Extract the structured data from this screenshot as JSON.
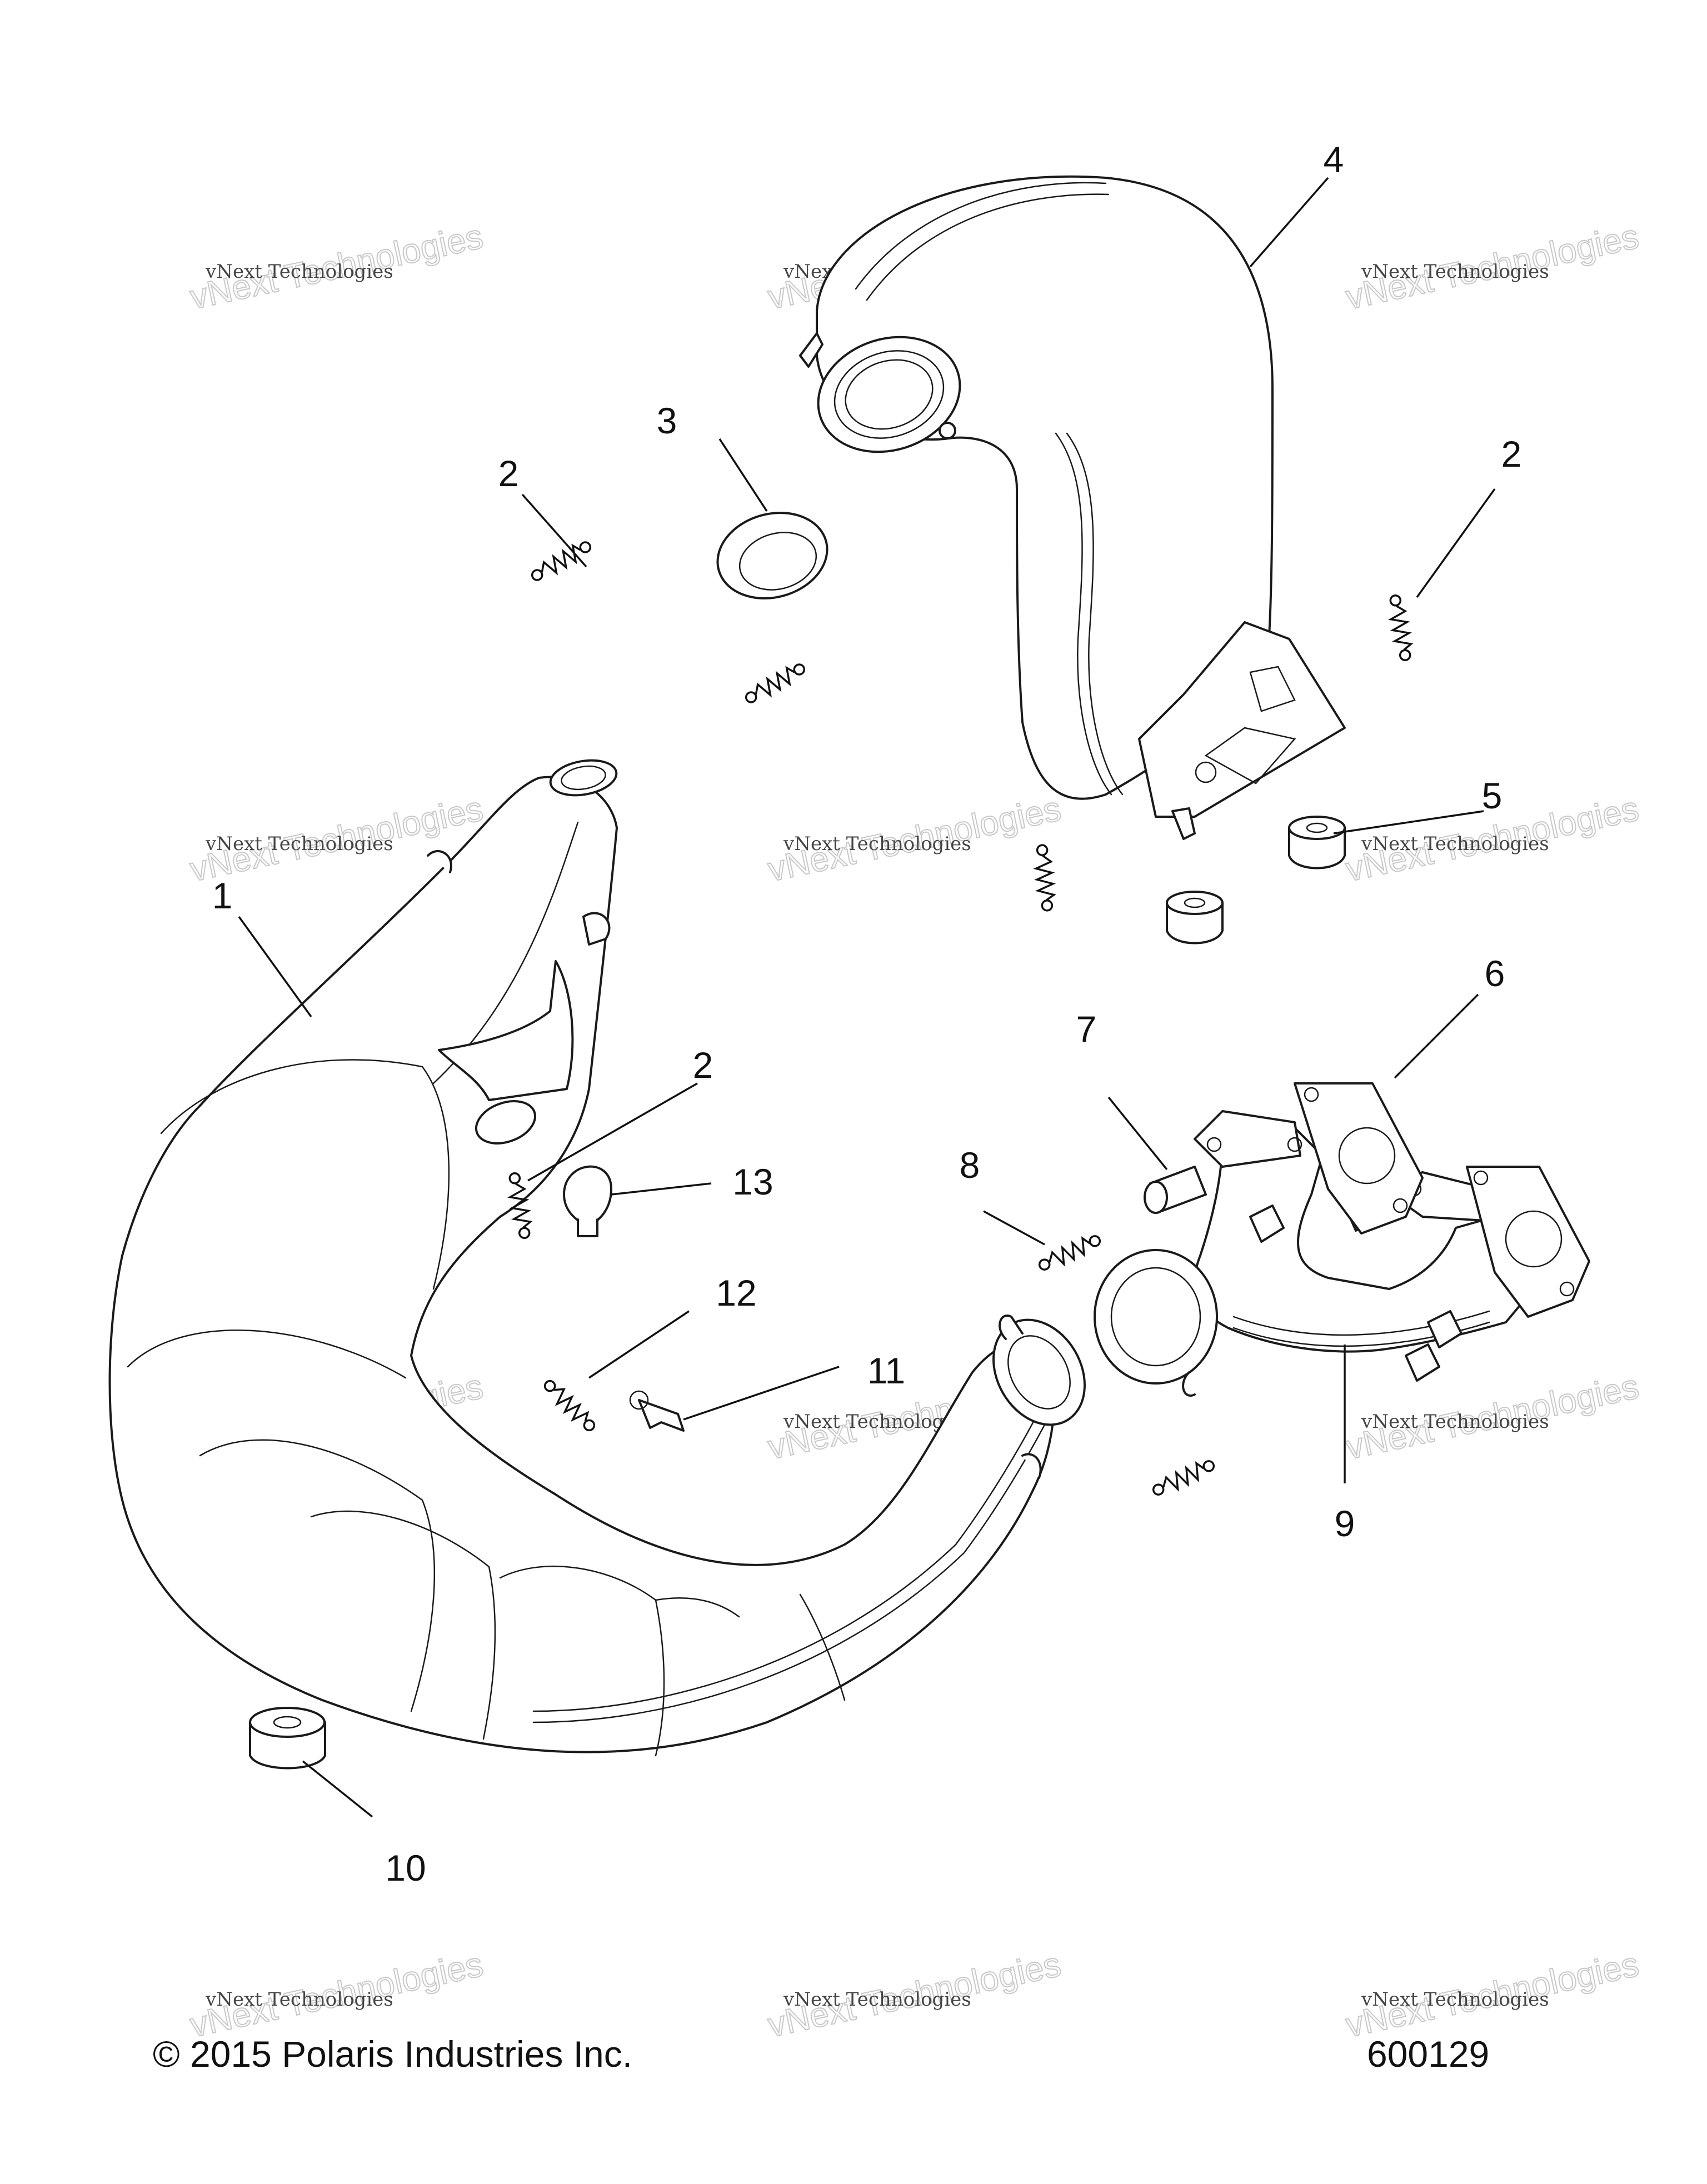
{
  "diagram": {
    "callouts": [
      {
        "id": "c1",
        "label": "1"
      },
      {
        "id": "c2a",
        "label": "2"
      },
      {
        "id": "c2b",
        "label": "2"
      },
      {
        "id": "c2c",
        "label": "2"
      },
      {
        "id": "c3",
        "label": "3"
      },
      {
        "id": "c4",
        "label": "4"
      },
      {
        "id": "c5",
        "label": "5"
      },
      {
        "id": "c6",
        "label": "6"
      },
      {
        "id": "c7",
        "label": "7"
      },
      {
        "id": "c8",
        "label": "8"
      },
      {
        "id": "c9",
        "label": "9"
      },
      {
        "id": "c10",
        "label": "10"
      },
      {
        "id": "c11",
        "label": "11"
      },
      {
        "id": "c12",
        "label": "12"
      },
      {
        "id": "c13",
        "label": "13"
      }
    ]
  },
  "watermark": {
    "line_small": "vNext Technologies",
    "line_big": "vNext Technologies"
  },
  "footer": {
    "copyright": "© 2015 Polaris Industries Inc.",
    "figure_number": "600129"
  }
}
